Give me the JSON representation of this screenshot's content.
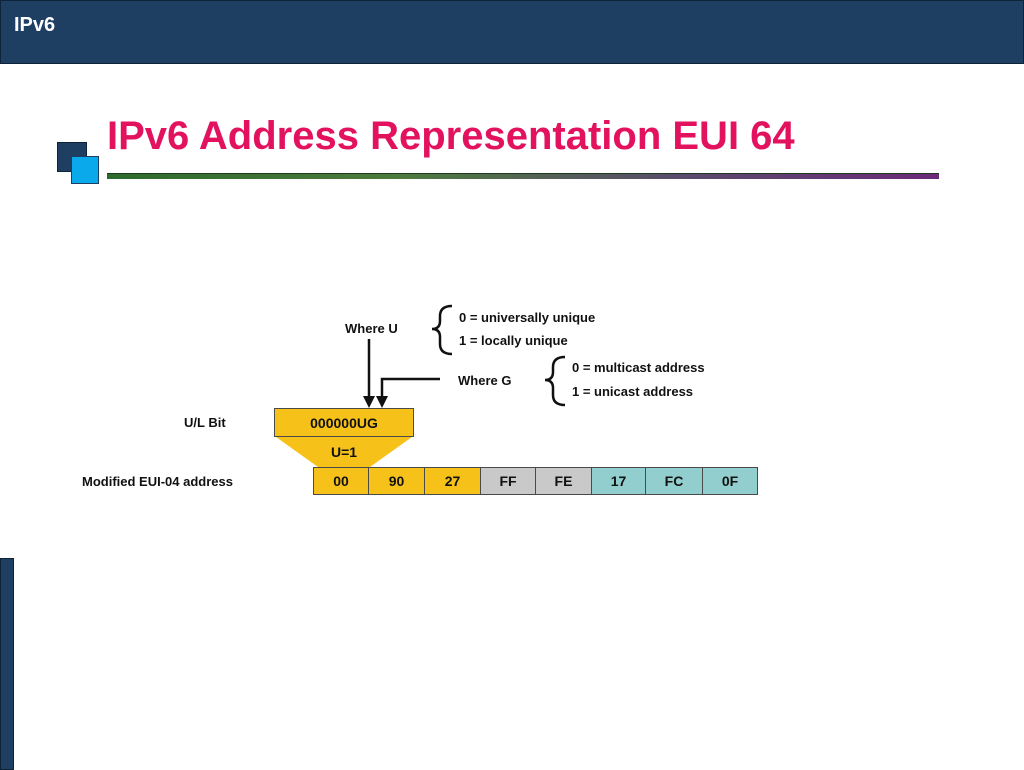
{
  "header": {
    "label": "IPv6"
  },
  "slide": {
    "title": "IPv6 Address Representation EUI 64"
  },
  "diagram": {
    "where_u": "Where U",
    "u_options": [
      "0 = universally unique",
      "1 = locally unique"
    ],
    "where_g": "Where G",
    "g_options": [
      "0 = multicast address",
      "1 = unicast address"
    ],
    "ul_bit_label": "U/L Bit",
    "ul_bit_value": "000000UG",
    "u_value": "U=1",
    "address_label": "Modified EUI-04 address",
    "bytes": [
      "00",
      "90",
      "27",
      "FF",
      "FE",
      "17",
      "FC",
      "0F"
    ],
    "colors": {
      "yellow": "#f6c21a",
      "gray": "#c9c9c9",
      "teal": "#93cece",
      "title": "#e3125e",
      "bar": "#1f3f62"
    }
  }
}
